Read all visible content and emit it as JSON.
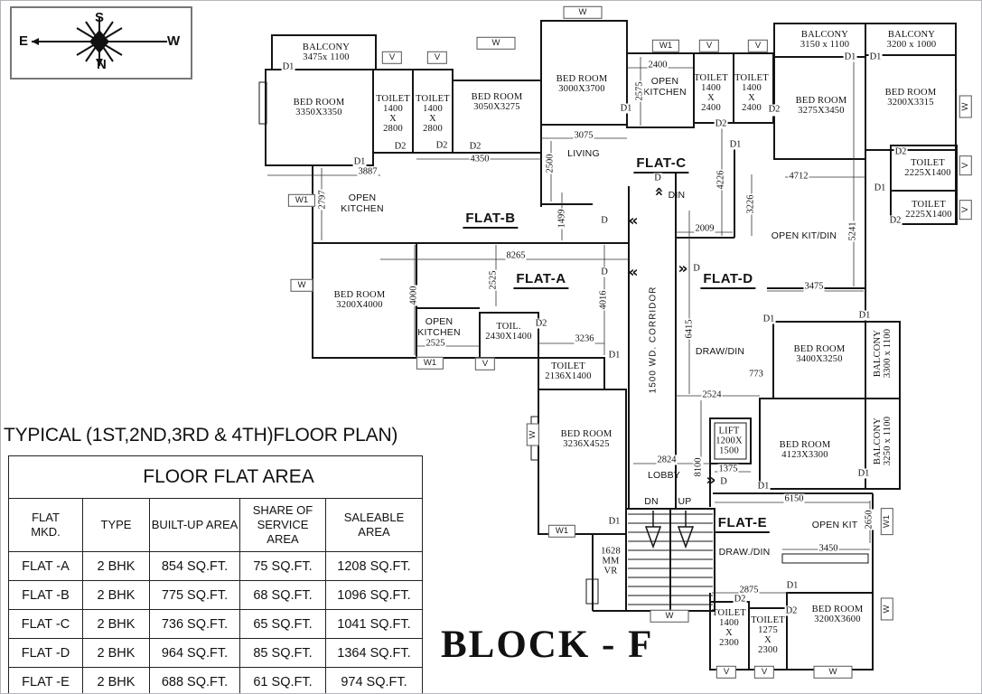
{
  "title": "TYPICAL (1ST,2ND,3RD & 4TH)FLOOR PLAN)",
  "block_title": "BLOCK - F",
  "compass": {
    "top": "S",
    "left": "E",
    "right": "W",
    "bottom": "N"
  },
  "table": {
    "title": "FLOOR FLAT AREA",
    "columns": [
      "FLAT\nMKD.",
      "TYPE",
      "BUILT-UP AREA",
      "SHARE OF\nSERVICE\nAREA",
      "SALEABLE\nAREA"
    ],
    "rows": [
      [
        "FLAT -A",
        "2 BHK",
        "854 SQ.FT.",
        "75 SQ.FT.",
        "1208 SQ.FT."
      ],
      [
        "FLAT -B",
        "2 BHK",
        "775 SQ.FT.",
        "68 SQ.FT.",
        "1096 SQ.FT."
      ],
      [
        "FLAT -C",
        "2 BHK",
        "736 SQ.FT.",
        "65 SQ.FT.",
        "1041 SQ.FT."
      ],
      [
        "FLAT -D",
        "2 BHK",
        "964 SQ.FT.",
        "85 SQ.FT.",
        "1364 SQ.FT."
      ],
      [
        "FLAT -E",
        "2 BHK",
        "688 SQ.FT.",
        "61 SQ.FT.",
        "974 SQ.FT."
      ]
    ]
  },
  "plan": {
    "flats": [
      "FLAT-B",
      "FLAT-A",
      "FLAT-C",
      "FLAT-D",
      "FLAT-E"
    ],
    "rooms": [
      "BALCONY\n3475x 1100",
      "BED ROOM\n3350X3350",
      "TOILET\n1400\nX\n2800",
      "TOILET\n1400\nX\n2800",
      "BED ROOM\n3050X3275",
      "BED ROOM\n3000X3700",
      "OPEN\nKITCHEN",
      "TOILET\n1400\nX\n2400",
      "TOILET\n1400\nX\n2400",
      "BED ROOM\n3275X3450",
      "BALCONY\n3150 x 1100",
      "BALCONY\n3200 x 1000",
      "BED ROOM\n3200X3315",
      "TOILET\n2225X1400",
      "TOILET\n2225X1400",
      "LIVING",
      "OPEN\nKITCHEN",
      "OPEN KIT/DIN",
      "DIN",
      "BED ROOM\n3200X4000",
      "OPEN\nKITCHEN",
      "TOIL.\n2430X1400",
      "TOILET\n2136X1400",
      "BED ROOM\n3236X4525",
      "DRAW/DIN",
      "BED ROOM\n3400X3250",
      "BED ROOM\n4123X3300",
      "LIFT\n1200X\n1500",
      "LOBBY",
      "OPEN KIT",
      "DRAW./DIN",
      "TOILET\n1400\nX\n2300",
      "TOILET\n1275\nX\n2300",
      "BED ROOM\n3200X3600",
      "1628\nMM\nVR",
      "1500 WD. CORRIDOR",
      "BALCONY\n3300 x 1100",
      "BALCONY\n3250 x 1100",
      "DN",
      "UP"
    ],
    "dims": [
      "3887",
      "4350",
      "3075",
      "2400",
      "4712",
      "8265",
      "2009",
      "3475",
      "773",
      "2524",
      "2824",
      "1375",
      "6150",
      "3450",
      "2875",
      "2525",
      "3236"
    ],
    "vdims": [
      "2797",
      "2575",
      "2500",
      "1499",
      "2525",
      "4000",
      "4016",
      "4226",
      "3226",
      "5241",
      "6415",
      "8100",
      "2650"
    ],
    "markers": [
      "W",
      "V",
      "V",
      "W",
      "W1",
      "V",
      "V",
      "W1",
      "W",
      "W1",
      "V",
      "W1",
      "W",
      "V",
      "V",
      "W",
      "W",
      "V",
      "V",
      "W1",
      "W",
      "W"
    ],
    "doors": [
      "D1",
      "D1",
      "D2",
      "D2",
      "D2",
      "D1",
      "D2",
      "D2",
      "D1",
      "D1",
      "D1",
      "D2",
      "D2",
      "D1",
      "D2",
      "D2",
      "D1",
      "D",
      "D",
      "D",
      "D",
      "D",
      "D1",
      "D1",
      "D1",
      "D2",
      "D2",
      "D1",
      "D1",
      "D1"
    ]
  }
}
